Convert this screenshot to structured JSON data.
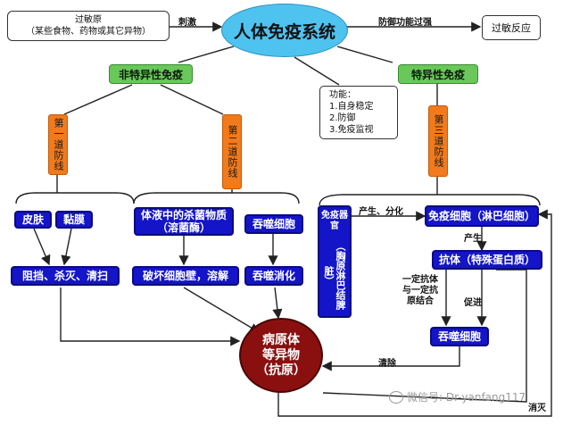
{
  "top": {
    "allergen_line1": "过敏原",
    "allergen_line2": "（某些食物、药物或其它异物）",
    "stimulate_label": "刺激",
    "center_title": "人体免疫系统",
    "defense_overstrong_label": "防御功能过强",
    "allergic_reaction": "过敏反应"
  },
  "branches": {
    "nonspecific": "非特异性免疫",
    "specific": "特异性免疫"
  },
  "functions": {
    "title": "功能：",
    "items": [
      "1.自身稳定",
      "2.防御",
      "3.免疫监视"
    ]
  },
  "lines_of_defense": {
    "first": "第一道防线",
    "second": "第二道防线",
    "third": "第三道防线"
  },
  "nonspecific_nodes": {
    "skin": "皮肤",
    "mucosa": "黏膜",
    "block_kill_clean": "阻挡、杀灭、清扫",
    "bactericidal_line1": "体液中的杀菌物质",
    "bactericidal_line2": "（溶菌酶）",
    "phagocyte": "吞噬细胞",
    "destroy_cell_wall": "破坏细胞壁，溶解",
    "phagocytic_digestion": "吞噬消化"
  },
  "specific_nodes": {
    "immune_organs": "免疫器官",
    "immune_organs_detail": "（胸原淋巴结脾脏）",
    "produce_differentiate": "产生、分化",
    "immune_cells": "免疫细胞（淋巴细胞）",
    "produce": "产生",
    "antibody": "抗体（特殊蛋白质）",
    "bind_antigen": "一定抗体与一定抗原结合",
    "promote": "促进",
    "phagocyte": "吞噬细胞",
    "clear": "清除",
    "eliminate": "消灭"
  },
  "pathogen": {
    "line1": "病原体",
    "line2": "等异物",
    "line3": "（抗原）"
  },
  "watermark": "微信号: Dr-yanfang117",
  "colors": {
    "blue_box": "#1414c8",
    "orange_box": "#f07a1c",
    "green_box": "#6ac85a",
    "center_ellipse": "#4fc3f0",
    "pathogen_circle": "#8a1010"
  }
}
